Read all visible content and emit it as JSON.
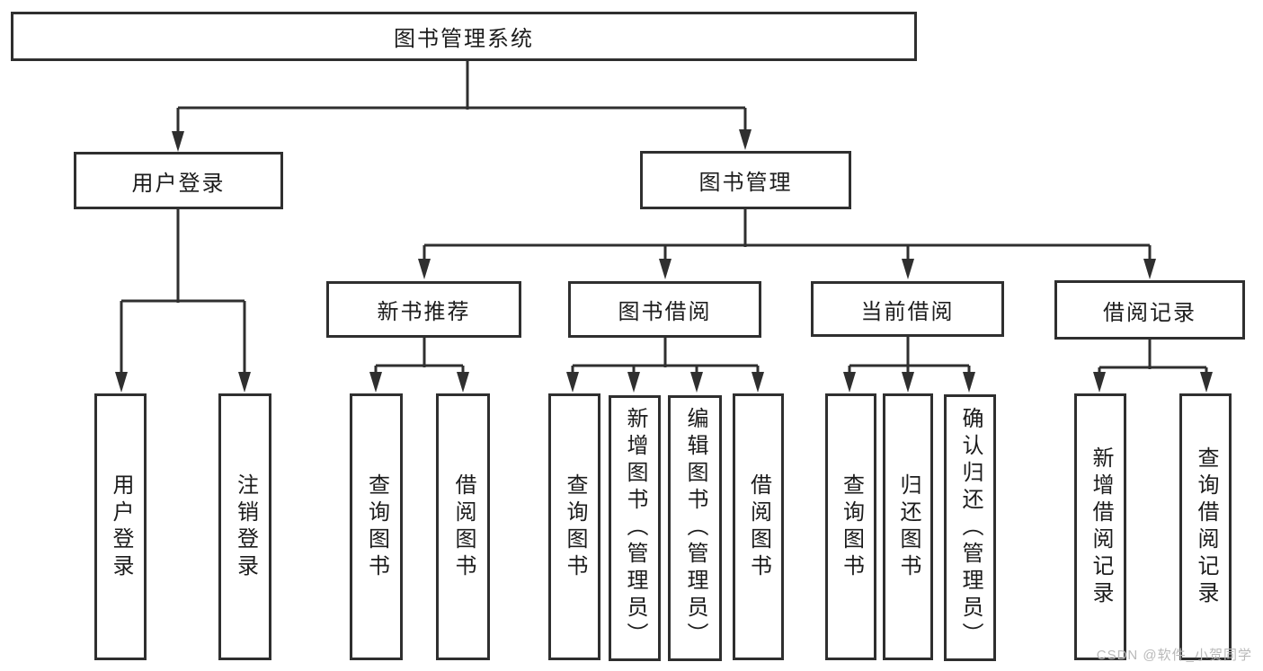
{
  "diagram": {
    "root": "图书管理系统",
    "level1": [
      {
        "label": "用户登录"
      },
      {
        "label": "图书管理"
      }
    ],
    "level2": [
      {
        "label": "新书推荐"
      },
      {
        "label": "图书借阅"
      },
      {
        "label": "当前借阅"
      },
      {
        "label": "借阅记录"
      }
    ],
    "leaves": {
      "user_login": [
        "用户登录",
        "注销登录"
      ],
      "new_book": [
        "查询图书",
        "借阅图书"
      ],
      "book_borrow": [
        "查询图书",
        "新增图书（管理员）",
        "编辑图书（管理员）",
        "借阅图书"
      ],
      "current_borrow": [
        "查询图书",
        "归还图书",
        "确认归还（管理员）"
      ],
      "borrow_records": [
        "新增借阅记录",
        "查询借阅记录"
      ]
    }
  },
  "watermark": "CSDN @软件_小贺同学",
  "colors": {
    "line": "#2f2f2f",
    "border": "#2f2f2f",
    "text": "#1c1c1c",
    "background": "#ffffff",
    "watermark": "#b9b9b9"
  }
}
